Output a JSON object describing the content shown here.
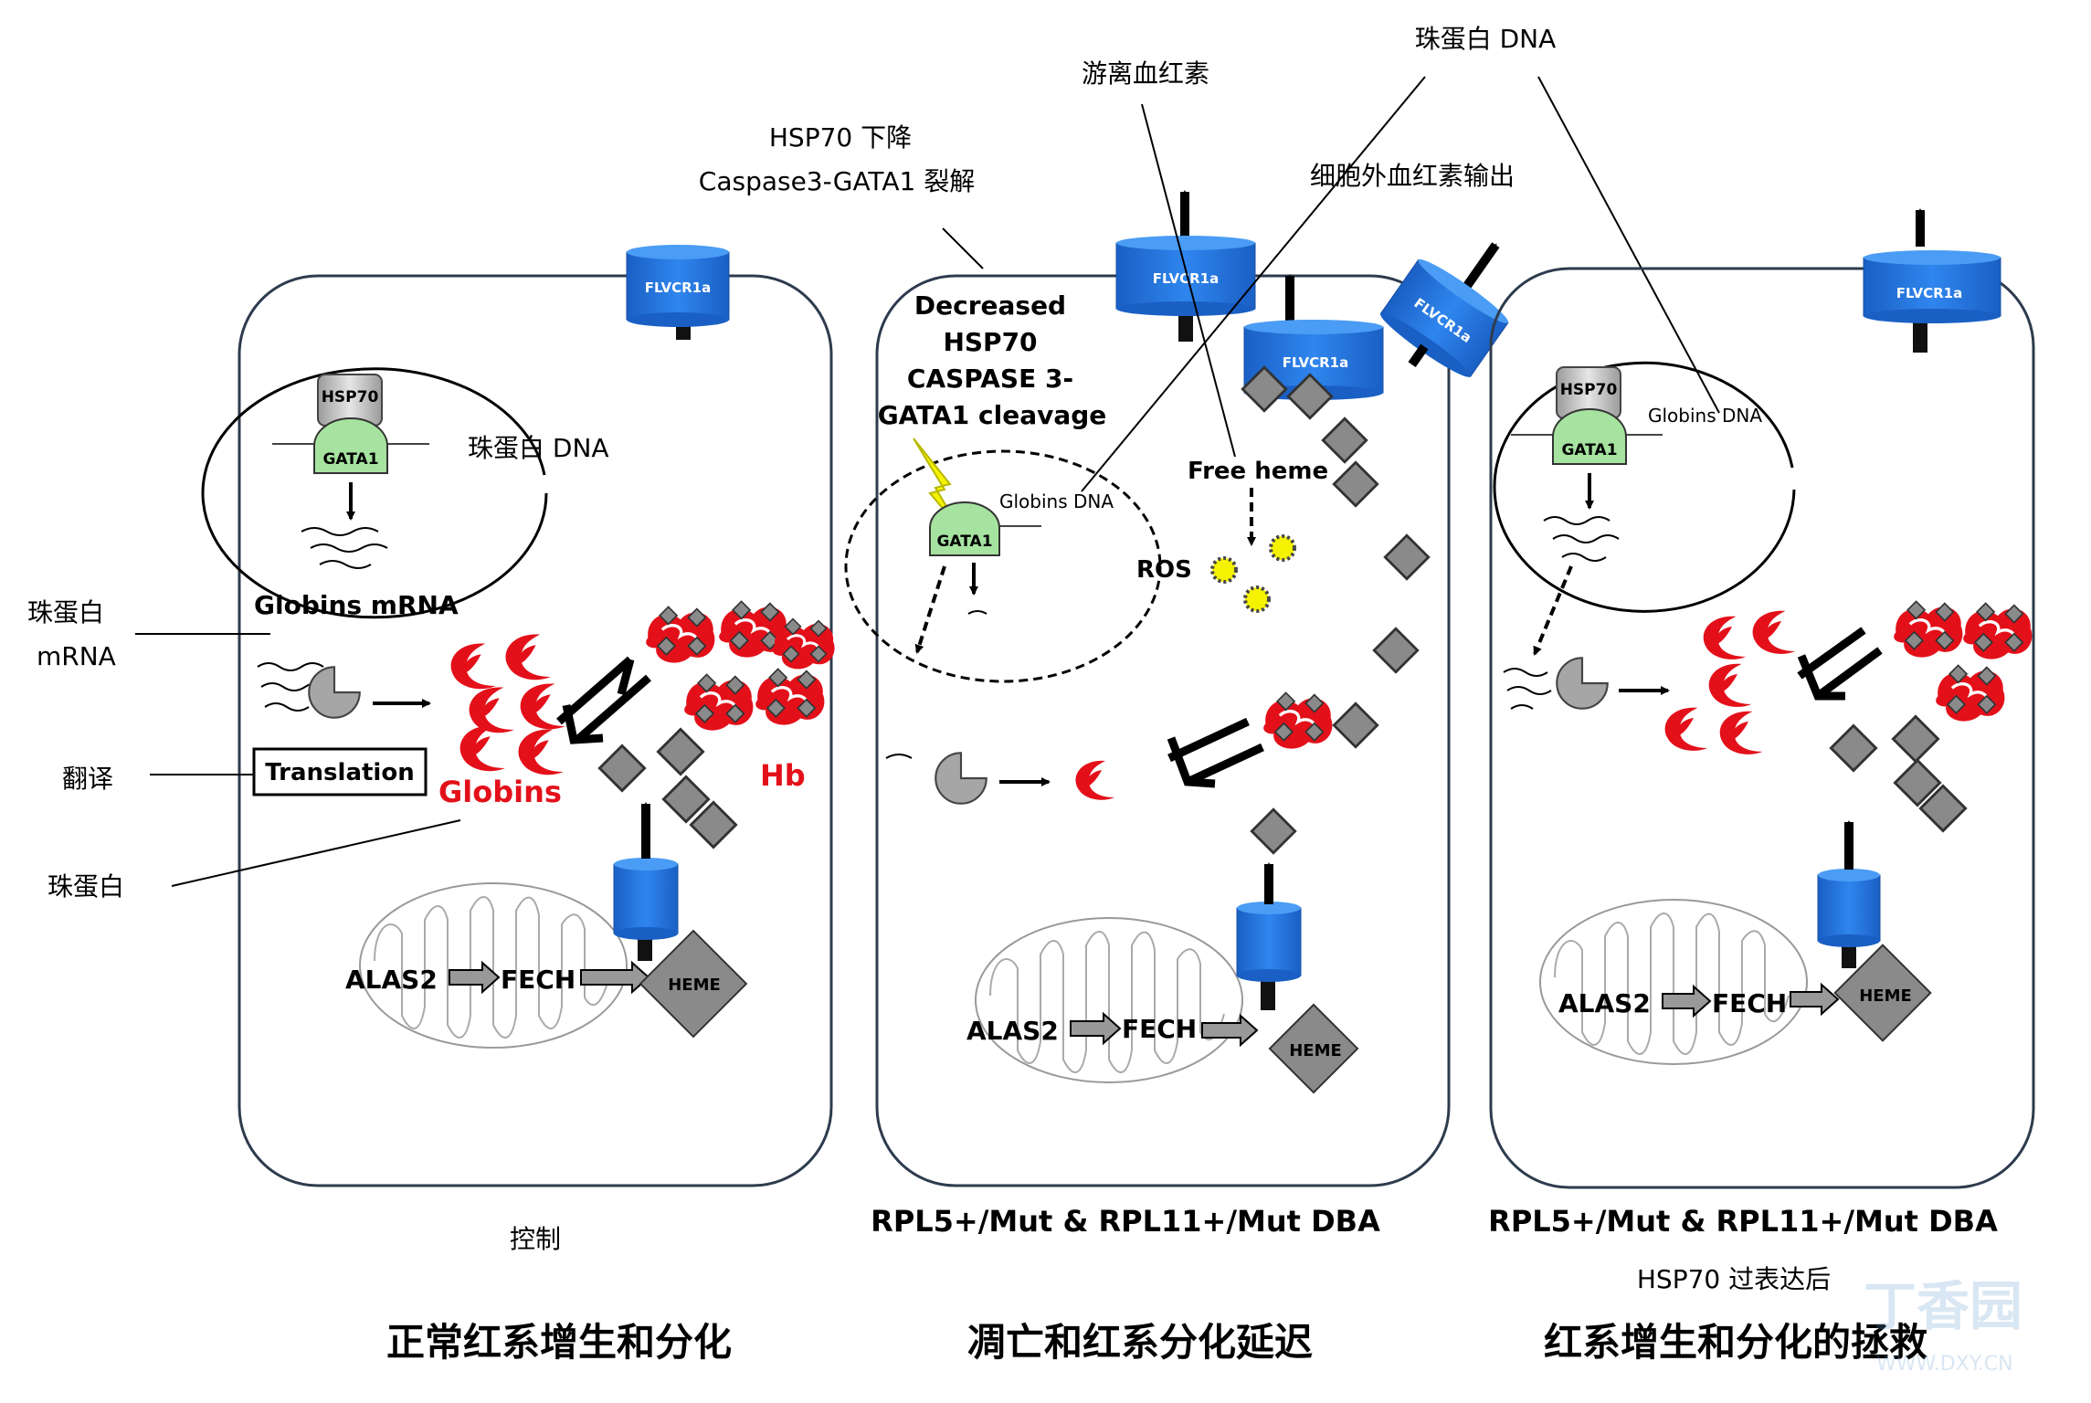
{
  "colors": {
    "globin_red": "#e3101a",
    "transporter_blue": "#1f6fd6",
    "heme_gray": "#8a8a8a",
    "gata1_green": "#a6e3a0",
    "ros_yellow": "#f4f200"
  },
  "panels": [
    {
      "id": "control",
      "condition_label": "控制",
      "title": "正常红系增生和分化",
      "flvcr": "FLVCR1a",
      "hsp70": "HSP70",
      "gata1": "GATA1",
      "nucleus_callout": "珠蛋白 DNA",
      "globins_mrna": "Globins mRNA",
      "translation": "Translation",
      "globins": "Globins",
      "hb": "Hb",
      "alas2": "ALAS2",
      "fech": "FECH",
      "heme": "HEME",
      "side_labels": {
        "mrna_line1": "珠蛋白",
        "mrna_line2": "mRNA",
        "translation": "翻译",
        "globin": "珠蛋白"
      }
    },
    {
      "id": "dba",
      "condition_label": "RPL5+/Mut & RPL11+/Mut DBA",
      "title": "凋亡和红系分化延迟",
      "flvcr": "FLVCR1a",
      "decreased_line1": "Decreased",
      "decreased_line2": "HSP70",
      "decreased_line3": "CASPASE 3-",
      "decreased_line4": "GATA1 cleavage",
      "globins_dna": "Globins DNA",
      "gata1": "GATA1",
      "free_heme": "Free heme",
      "ros": "ROS",
      "alas2": "ALAS2",
      "fech": "FECH",
      "heme": "HEME",
      "annot_hsp70_line1": "HSP70 下降",
      "annot_hsp70_line2": "Caspase3-GATA1 裂解",
      "annot_free_heme": "游离血红素",
      "annot_dna": "珠蛋白 DNA",
      "annot_export": "细胞外血红素输出"
    },
    {
      "id": "rescue",
      "condition_label": "RPL5+/Mut & RPL11+/Mut DBA",
      "sub_label": "HSP70 过表达后",
      "title": "红系增生和分化的拯救",
      "flvcr": "FLVCR1a",
      "hsp70": "HSP70",
      "gata1": "GATA1",
      "globins_dna": "Globins DNA",
      "alas2": "ALAS2",
      "fech": "FECH",
      "heme": "HEME"
    }
  ],
  "watermark": {
    "brand": "丁香园",
    "url": "WWW.DXY.CN"
  }
}
